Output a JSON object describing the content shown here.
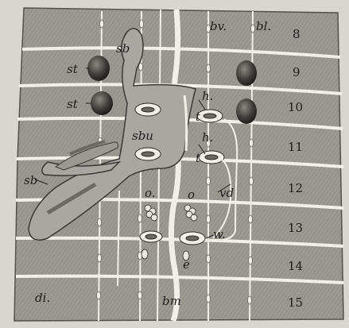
{
  "figure": {
    "labels": {
      "sb_upper": "sb",
      "sb_left": "sb",
      "st_upper": "st",
      "st_lower": "st",
      "sbu": "sbu",
      "bv": "bv.",
      "bl": "bl.",
      "h_upper": "h.",
      "h_lower": "h.",
      "t_upper": "t",
      "t_lower": "t",
      "o_left": "o.",
      "o_right": "o",
      "vd": "vd",
      "w": "w.",
      "e": "e",
      "di": "di.",
      "bm": "bm"
    },
    "segment_numbers": [
      "8",
      "9",
      "10",
      "11",
      "12",
      "13",
      "14",
      "15"
    ]
  },
  "colors": {
    "background": "#d8d6cf",
    "panel": "#9c9993",
    "band": "#8f8c86",
    "septum": "#f1efe8",
    "sac": "#a9a7a1",
    "sac_edge": "#3a3936",
    "ink": "#1e1e1c"
  }
}
